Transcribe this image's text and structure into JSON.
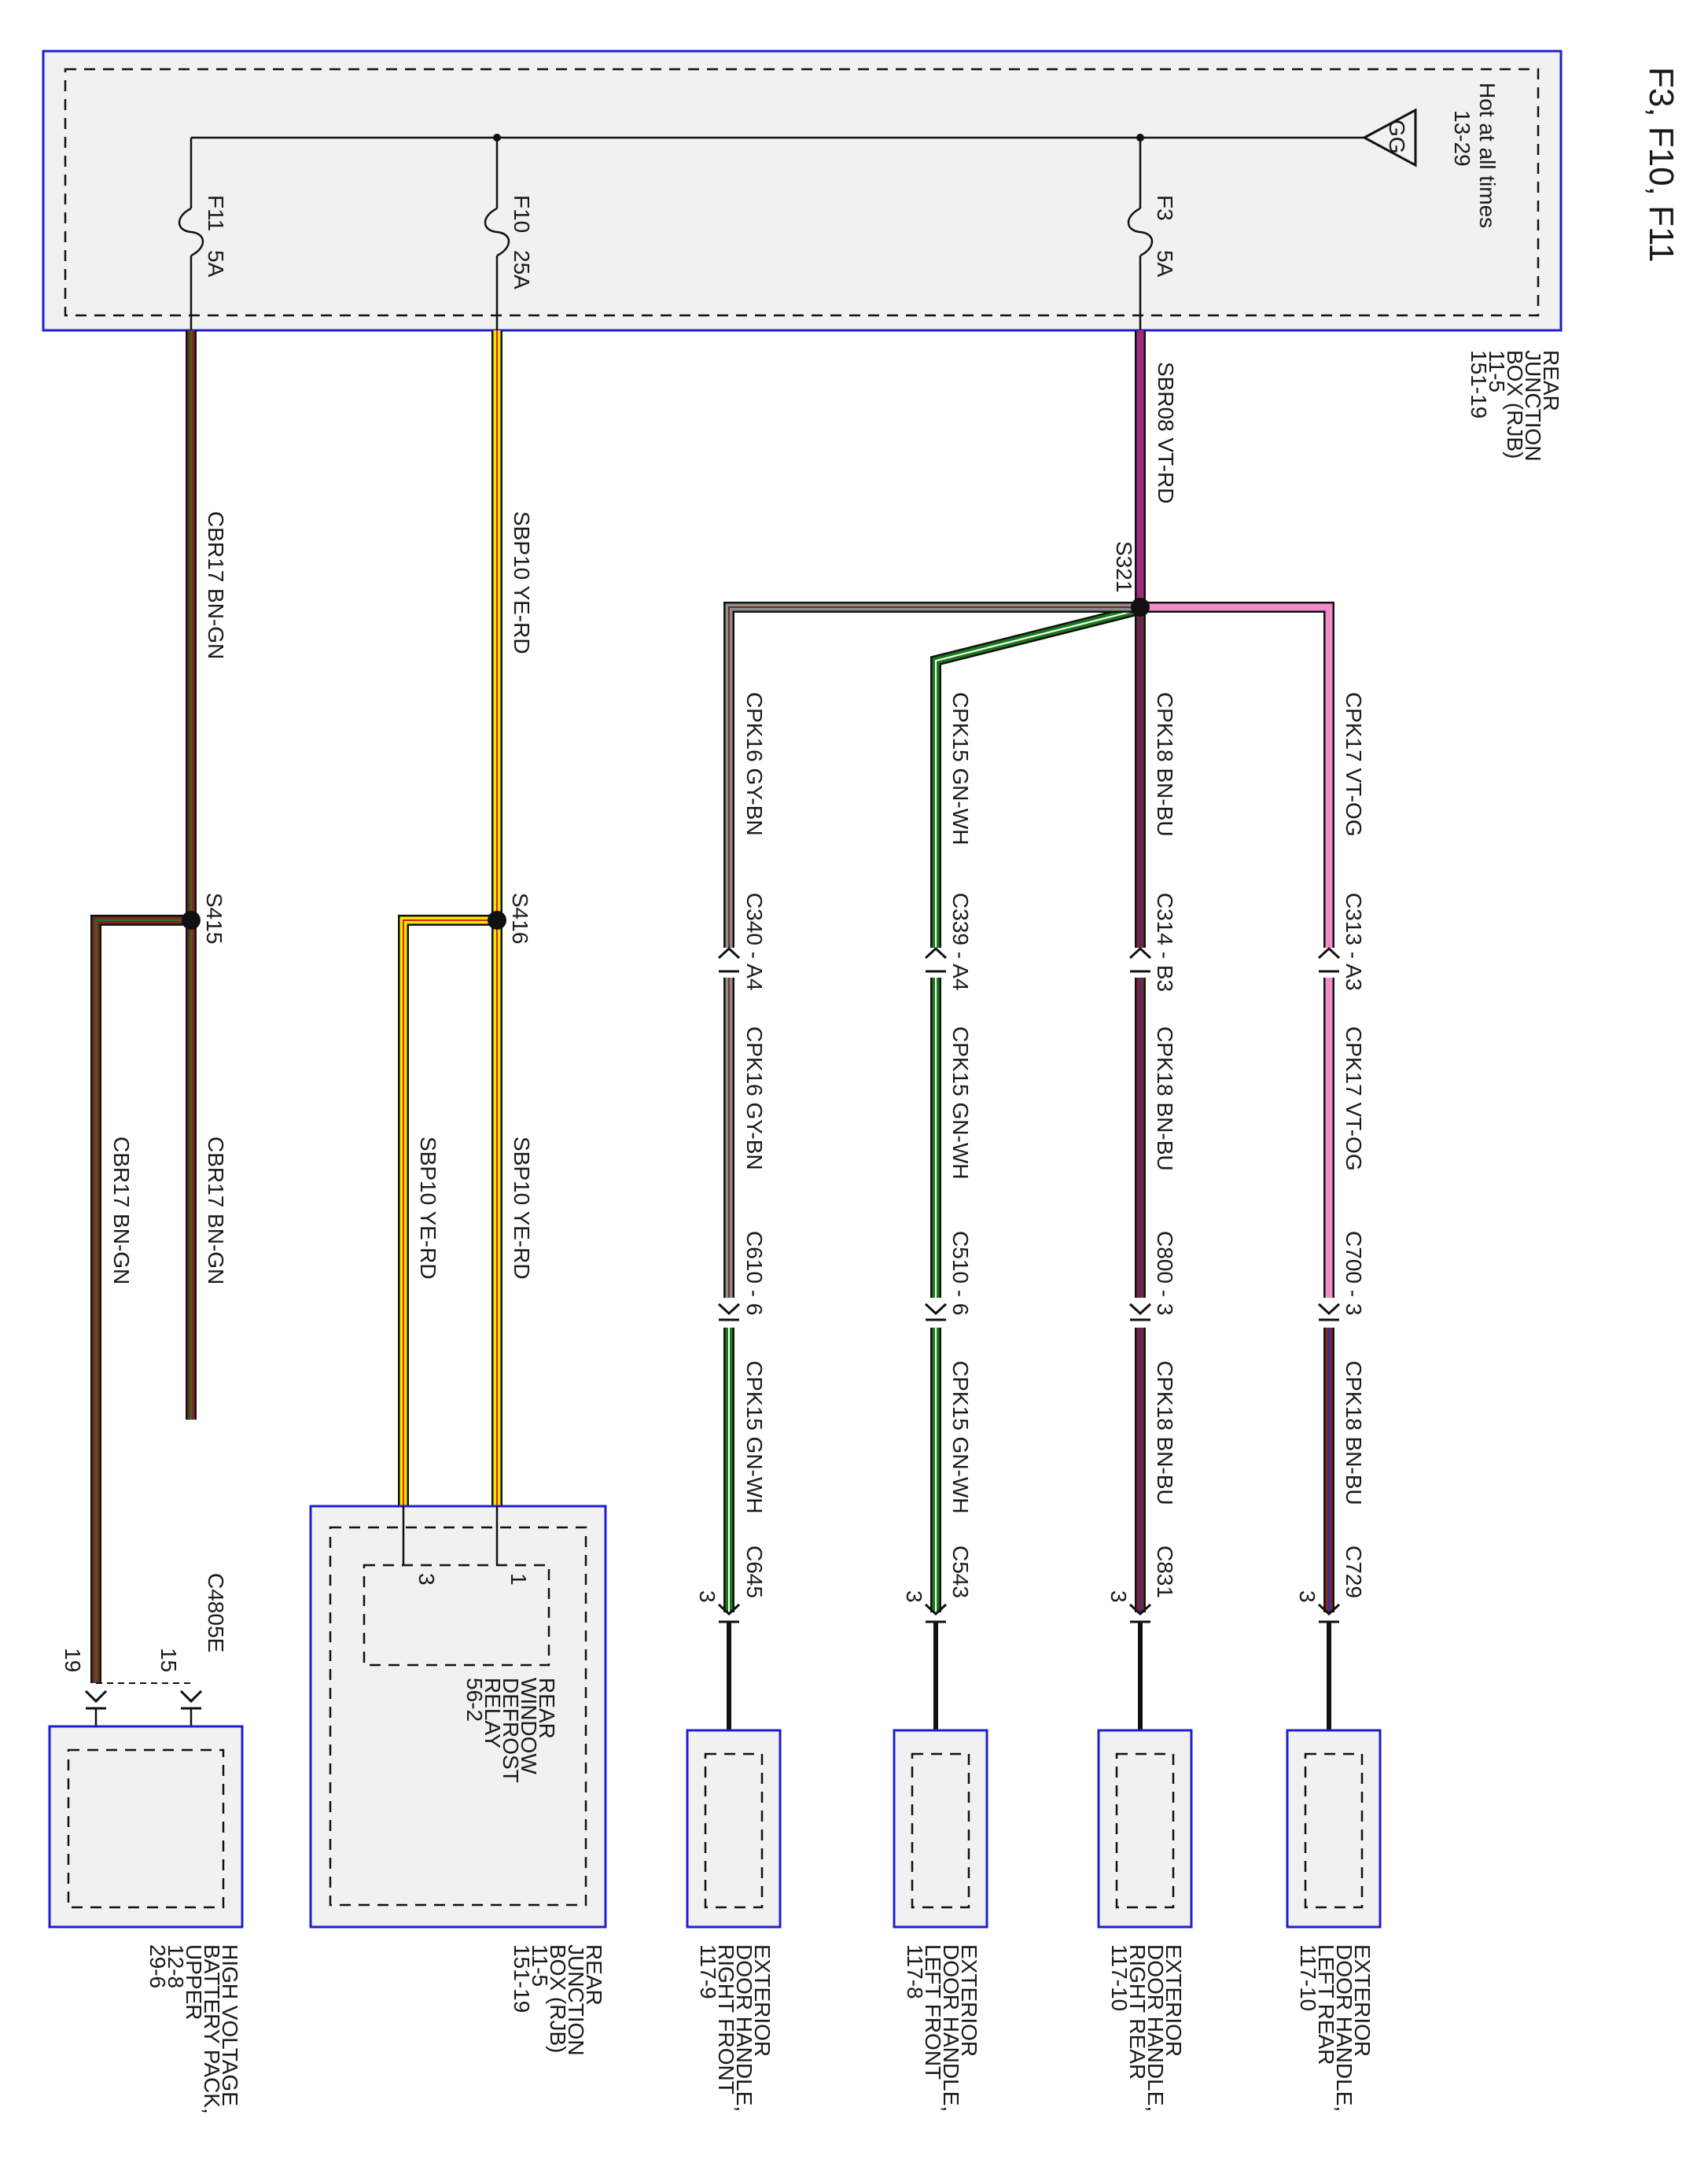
{
  "page_title": "F3, F10, F11",
  "rjb_top": {
    "lines": [
      "REAR",
      "JUNCTION",
      "BOX (RJB)",
      "11-5",
      "151-19"
    ],
    "hot_label": "Hot at all times",
    "hot_ref": "13-29",
    "source_symbol": "GG"
  },
  "fuses": [
    {
      "name": "F3",
      "rating": "5A"
    },
    {
      "name": "F10",
      "rating": "25A"
    },
    {
      "name": "F11",
      "rating": "5A"
    }
  ],
  "splices": [
    "S321",
    "S415",
    "S416"
  ],
  "wires": {
    "sbr08": "SBR08  VT-RD",
    "cbr17": "CBR17  BN-GN",
    "sbp10": "SBP10  YE-RD",
    "cpk17": "CPK17  VT-OG",
    "cpk18": "CPK18  BN-BU",
    "cpk15": "CPK15  GN-WH",
    "cpk16": "CPK16  GY-BN"
  },
  "connectors": {
    "c313": "C313  -  A3",
    "c314": "C314  -  B3",
    "c339": "C339  -  A4",
    "c340": "C340  -  A4",
    "c700": "C700  -  3",
    "c800": "C800  -  3",
    "c510": "C510  -  6",
    "c610": "C610  -  6",
    "c729": "C729",
    "c831": "C831",
    "c543": "C543",
    "c645": "C645",
    "c4805e": "C4805E"
  },
  "pins": {
    "p3": "3",
    "p1": "1",
    "p19": "19",
    "p15": "15"
  },
  "relay": [
    "REAR",
    "WINDOW",
    "DEFROST",
    "RELAY",
    "56-2"
  ],
  "components": {
    "rjb_bottom": [
      "REAR",
      "JUNCTION",
      "BOX (RJB)",
      "11-5",
      "151-19"
    ],
    "hv_battery": [
      "HIGH VOLTAGE",
      "BATTERY PACK,",
      "UPPER",
      "12-8",
      "29-6"
    ],
    "handle_rf": [
      "EXTERIOR",
      "DOOR HANDLE,",
      "RIGHT FRONT",
      "117-9"
    ],
    "handle_lf": [
      "EXTERIOR",
      "DOOR HANDLE,",
      "LEFT FRONT",
      "117-8"
    ],
    "handle_rr": [
      "EXTERIOR",
      "DOOR HANDLE,",
      "RIGHT REAR",
      "117-10"
    ],
    "handle_lr": [
      "EXTERIOR",
      "DOOR HANDLE,",
      "LEFT REAR",
      "117-10"
    ]
  },
  "wire_colors": {
    "violet": "#8b2fa0",
    "pink": "#f08cc8",
    "red": "#e41a1a",
    "yellow": "#f5e800",
    "brown": "#7a2a22",
    "green": "#1a7a1a",
    "white": "#ffffff",
    "gray": "#8c8c8c",
    "blue": "#2a2ac8",
    "orange": "#f08020"
  }
}
